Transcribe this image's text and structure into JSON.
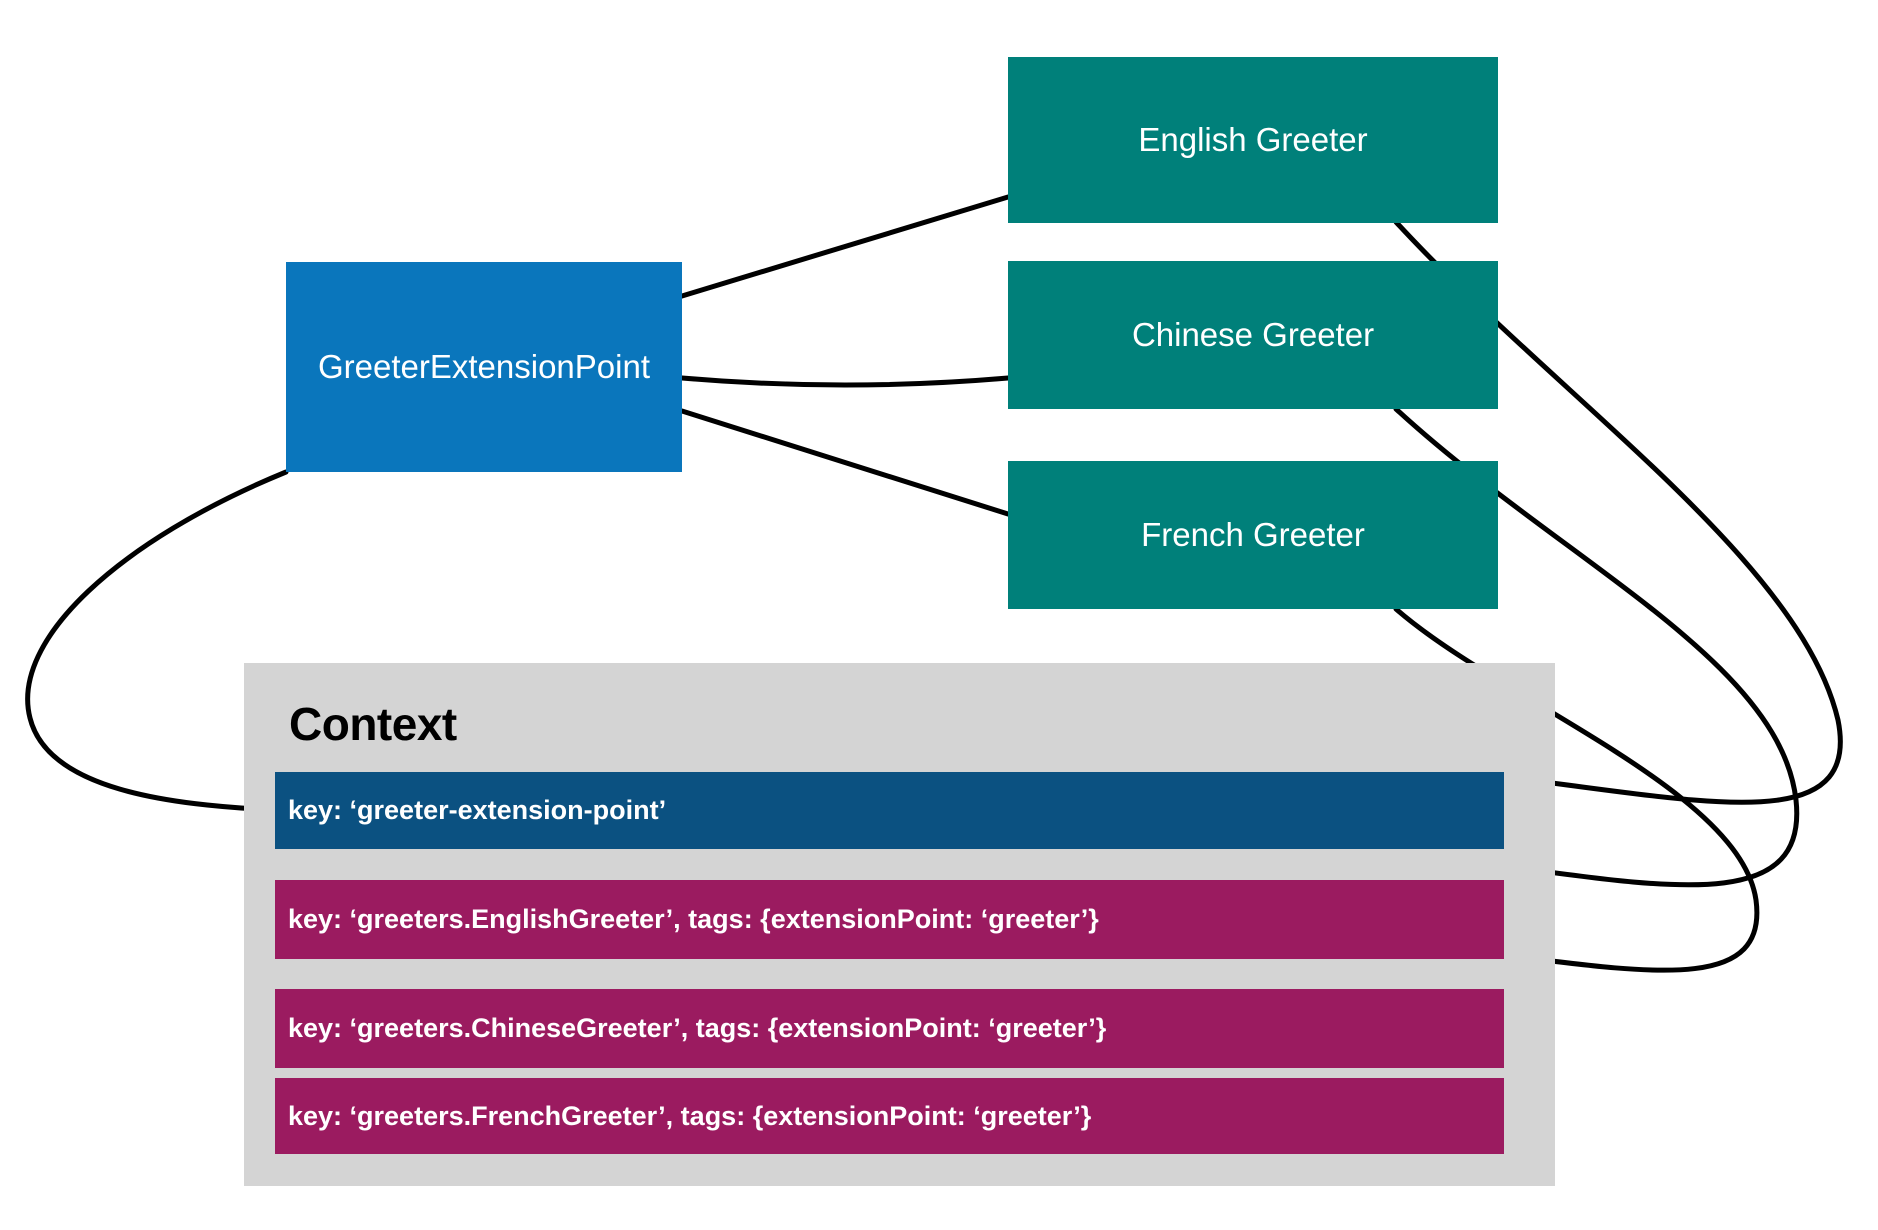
{
  "diagram": {
    "title_visible": false,
    "colors": {
      "extension_point": "#0A76BC",
      "greeter": "#00807A",
      "context_panel": "#D4D4D4",
      "context_key_row": "#0B5181",
      "context_impl_row": "#9B1B60",
      "edge": "#000000",
      "node_text": "#FFFFFF",
      "title_text": "#000000"
    },
    "extension_point": {
      "label": "GreeterExtensionPoint"
    },
    "greeters": [
      {
        "label": "English Greeter"
      },
      {
        "label": "Chinese Greeter"
      },
      {
        "label": "French Greeter"
      }
    ],
    "context": {
      "title": "Context",
      "rows": [
        {
          "text": "key: ‘greeter-extension-point’",
          "kind": "extension-point"
        },
        {
          "text": "key: ‘greeters.EnglishGreeter’, tags: {extensionPoint: ‘greeter’}",
          "kind": "implementation"
        },
        {
          "text": "key: ‘greeters.ChineseGreeter’, tags: {extensionPoint: ‘greeter’}",
          "kind": "implementation"
        },
        {
          "text": "key: ‘greeters.FrenchGreeter’, tags: {extensionPoint: ‘greeter’}",
          "kind": "implementation"
        }
      ]
    },
    "edges": [
      {
        "from": "extension-point",
        "to": "english-greeter"
      },
      {
        "from": "extension-point",
        "to": "chinese-greeter"
      },
      {
        "from": "extension-point",
        "to": "french-greeter"
      },
      {
        "from": "extension-point",
        "to": "context-row-extension-point"
      },
      {
        "from": "english-greeter",
        "to": "context-row-english"
      },
      {
        "from": "chinese-greeter",
        "to": "context-row-chinese"
      },
      {
        "from": "french-greeter",
        "to": "context-row-french"
      }
    ]
  }
}
